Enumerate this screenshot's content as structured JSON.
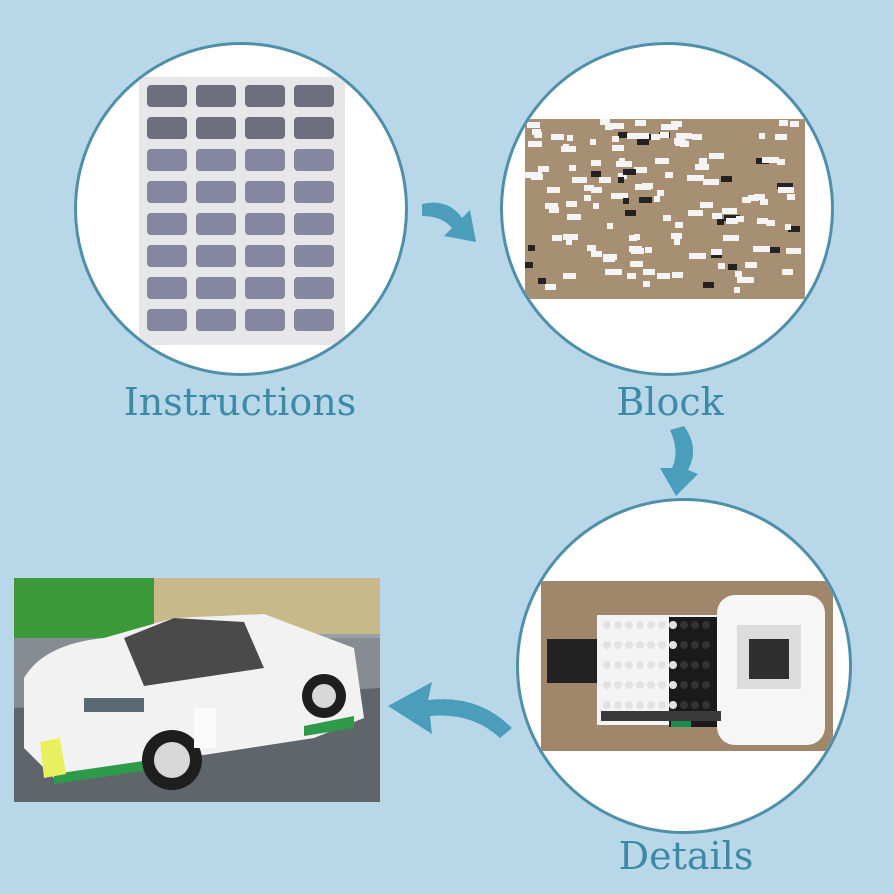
{
  "labels": {
    "instructions": "Instructions",
    "block": "Block",
    "details": "Details"
  },
  "colors": {
    "background": "#b8d7e8",
    "circle_border": "#4f8fa8",
    "label": "#3d8aa6",
    "arrow": "#4a9dbb"
  },
  "icons": {
    "step1_to_2": "arrow-right-curved-icon",
    "step2_to_3": "arrow-down-curved-icon",
    "step3_to_4": "arrow-left-curved-icon"
  }
}
